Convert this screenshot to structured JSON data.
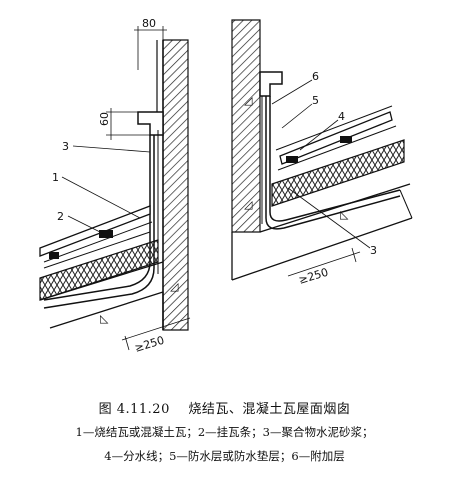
{
  "labels": {
    "dim_width_top": "80",
    "dim_height": "60",
    "dim_left_bottom": "≥250",
    "dim_right_bottom": "≥250",
    "left_1": "1",
    "left_2": "2",
    "left_3": "3",
    "right_3": "3",
    "right_4": "4",
    "right_5": "5",
    "right_6": "6"
  },
  "caption": {
    "number": "图 4.11.20",
    "title": "烧结瓦、混凝土瓦屋面烟囱"
  },
  "legend": {
    "line1": "1—烧结瓦或混凝土瓦；2—挂瓦条；3—聚合物水泥砂浆；",
    "line2": "4—分水线；5—防水层或防水垫层；6—附加层"
  }
}
